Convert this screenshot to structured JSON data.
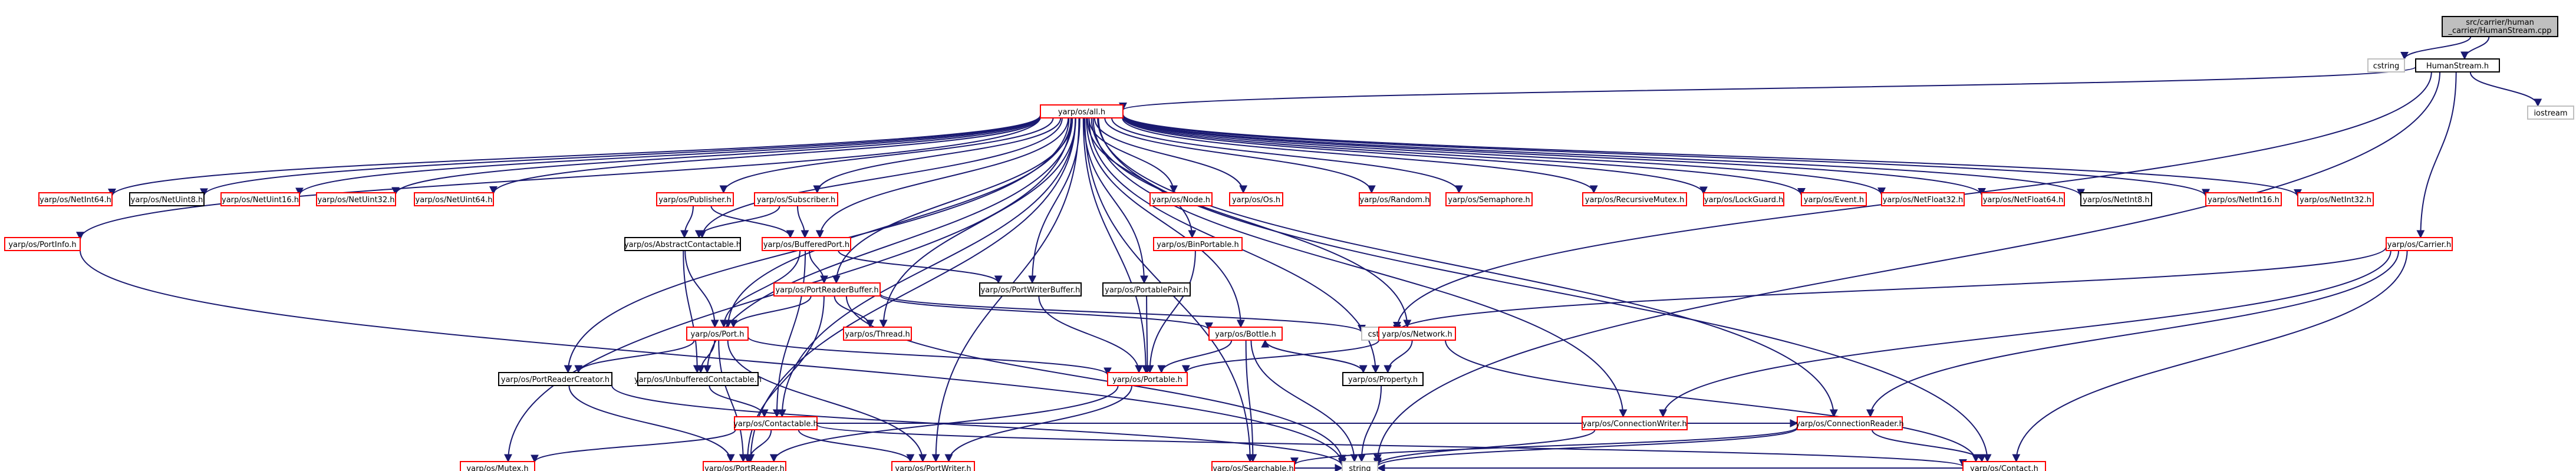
{
  "colors": {
    "root_fill": "#bfbfbf",
    "doc_border": "#000000",
    "undoc_border": "#ff0000",
    "edge": "#191970",
    "edge_alt": "#2f4f4f",
    "text": "#000000"
  },
  "nodes": [
    {
      "id": "root",
      "label": "src/carrier/human_carrier/HumanStream.cpp",
      "kind": "root"
    },
    {
      "id": "cstring",
      "label": "cstring",
      "kind": "plain"
    },
    {
      "id": "HumanStream",
      "label": "HumanStream.h",
      "kind": "doc"
    },
    {
      "id": "iostream",
      "label": "iostream",
      "kind": "plain"
    },
    {
      "id": "all",
      "label": "yarp/os/all.h",
      "kind": "undoc"
    },
    {
      "id": "NetInt64",
      "label": "yarp/os/NetInt64.h",
      "kind": "undoc"
    },
    {
      "id": "NetUint8",
      "label": "yarp/os/NetUint8.h",
      "kind": "doc"
    },
    {
      "id": "NetUint16",
      "label": "yarp/os/NetUint16.h",
      "kind": "undoc"
    },
    {
      "id": "NetUint32",
      "label": "yarp/os/NetUint32.h",
      "kind": "undoc"
    },
    {
      "id": "NetUint64",
      "label": "yarp/os/NetUint64.h",
      "kind": "undoc"
    },
    {
      "id": "Publisher",
      "label": "yarp/os/Publisher.h",
      "kind": "undoc"
    },
    {
      "id": "Subscriber",
      "label": "yarp/os/Subscriber.h",
      "kind": "undoc"
    },
    {
      "id": "Node",
      "label": "yarp/os/Node.h",
      "kind": "undoc"
    },
    {
      "id": "Os",
      "label": "yarp/os/Os.h",
      "kind": "undoc"
    },
    {
      "id": "Random",
      "label": "yarp/os/Random.h",
      "kind": "undoc"
    },
    {
      "id": "Semaphore",
      "label": "yarp/os/Semaphore.h",
      "kind": "undoc"
    },
    {
      "id": "RecursiveMutex",
      "label": "yarp/os/RecursiveMutex.h",
      "kind": "undoc"
    },
    {
      "id": "LockGuard",
      "label": "yarp/os/LockGuard.h",
      "kind": "undoc"
    },
    {
      "id": "Event",
      "label": "yarp/os/Event.h",
      "kind": "undoc"
    },
    {
      "id": "NetFloat32",
      "label": "yarp/os/NetFloat32.h",
      "kind": "undoc"
    },
    {
      "id": "NetFloat64",
      "label": "yarp/os/NetFloat64.h",
      "kind": "undoc"
    },
    {
      "id": "NetInt8",
      "label": "yarp/os/NetInt8.h",
      "kind": "doc"
    },
    {
      "id": "NetInt16",
      "label": "yarp/os/NetInt16.h",
      "kind": "undoc"
    },
    {
      "id": "NetInt32",
      "label": "yarp/os/NetInt32.h",
      "kind": "undoc"
    },
    {
      "id": "PortInfo",
      "label": "yarp/os/PortInfo.h",
      "kind": "undoc"
    },
    {
      "id": "AbstractContactable",
      "label": "yarp/os/AbstractContactable.h",
      "kind": "doc"
    },
    {
      "id": "BufferedPort",
      "label": "yarp/os/BufferedPort.h",
      "kind": "undoc"
    },
    {
      "id": "BinPortable",
      "label": "yarp/os/BinPortable.h",
      "kind": "undoc"
    },
    {
      "id": "Carrier",
      "label": "yarp/os/Carrier.h",
      "kind": "undoc"
    },
    {
      "id": "PortReaderBuffer",
      "label": "yarp/os/PortReaderBuffer.h",
      "kind": "undoc"
    },
    {
      "id": "PortWriterBuffer",
      "label": "yarp/os/PortWriterBuffer.h",
      "kind": "doc"
    },
    {
      "id": "PortablePair",
      "label": "yarp/os/PortablePair.h",
      "kind": "doc"
    },
    {
      "id": "Thread",
      "label": "yarp/os/Thread.h",
      "kind": "undoc"
    },
    {
      "id": "Port",
      "label": "yarp/os/Port.h",
      "kind": "undoc"
    },
    {
      "id": "Bottle",
      "label": "yarp/os/Bottle.h",
      "kind": "undoc"
    },
    {
      "id": "cstdio",
      "label": "cstdio",
      "kind": "plain"
    },
    {
      "id": "Network",
      "label": "yarp/os/Network.h",
      "kind": "undoc"
    },
    {
      "id": "PortReaderCreator",
      "label": "yarp/os/PortReaderCreator.h",
      "kind": "doc"
    },
    {
      "id": "UnbufferedContactable",
      "label": "yarp/os/UnbufferedContactable.h",
      "kind": "doc"
    },
    {
      "id": "Portable",
      "label": "yarp/os/Portable.h",
      "kind": "undoc"
    },
    {
      "id": "Property",
      "label": "yarp/os/Property.h",
      "kind": "doc"
    },
    {
      "id": "Contactable",
      "label": "yarp/os/Contactable.h",
      "kind": "undoc"
    },
    {
      "id": "ConnectionWriter",
      "label": "yarp/os/ConnectionWriter.h",
      "kind": "undoc"
    },
    {
      "id": "ConnectionReader",
      "label": "yarp/os/ConnectionReader.h",
      "kind": "undoc"
    },
    {
      "id": "Mutex",
      "label": "yarp/os/Mutex.h",
      "kind": "undoc"
    },
    {
      "id": "PortReader",
      "label": "yarp/os/PortReader.h",
      "kind": "undoc"
    },
    {
      "id": "PortWriter",
      "label": "yarp/os/PortWriter.h",
      "kind": "undoc"
    },
    {
      "id": "Searchable",
      "label": "yarp/os/Searchable.h",
      "kind": "undoc"
    },
    {
      "id": "Contact",
      "label": "yarp/os/Contact.h",
      "kind": "undoc"
    },
    {
      "id": "string",
      "label": "string",
      "kind": "plain"
    }
  ],
  "edges": [
    [
      "root",
      "cstring"
    ],
    [
      "root",
      "HumanStream"
    ],
    [
      "HumanStream",
      "iostream"
    ],
    [
      "HumanStream",
      "all"
    ],
    [
      "HumanStream",
      "Carrier"
    ],
    [
      "HumanStream",
      "string"
    ],
    [
      "HumanStream",
      "cstdio"
    ],
    [
      "all",
      "NetInt64"
    ],
    [
      "all",
      "NetUint8"
    ],
    [
      "all",
      "NetUint16"
    ],
    [
      "all",
      "NetUint32"
    ],
    [
      "all",
      "NetUint64"
    ],
    [
      "all",
      "Publisher"
    ],
    [
      "all",
      "Subscriber"
    ],
    [
      "all",
      "Node"
    ],
    [
      "all",
      "Os"
    ],
    [
      "all",
      "Random"
    ],
    [
      "all",
      "Semaphore"
    ],
    [
      "all",
      "RecursiveMutex"
    ],
    [
      "all",
      "LockGuard"
    ],
    [
      "all",
      "Event"
    ],
    [
      "all",
      "NetFloat32"
    ],
    [
      "all",
      "NetFloat64"
    ],
    [
      "all",
      "NetInt8"
    ],
    [
      "all",
      "NetInt16"
    ],
    [
      "all",
      "NetInt32"
    ],
    [
      "all",
      "PortInfo"
    ],
    [
      "all",
      "Mutex"
    ],
    [
      "all",
      "AbstractContactable"
    ],
    [
      "all",
      "BufferedPort"
    ],
    [
      "all",
      "BinPortable"
    ],
    [
      "all",
      "PortReaderBuffer"
    ],
    [
      "all",
      "PortWriterBuffer"
    ],
    [
      "all",
      "PortablePair"
    ],
    [
      "all",
      "Thread"
    ],
    [
      "all",
      "Port"
    ],
    [
      "all",
      "Bottle"
    ],
    [
      "all",
      "Network"
    ],
    [
      "all",
      "PortReaderCreator"
    ],
    [
      "all",
      "UnbufferedContactable"
    ],
    [
      "all",
      "Portable"
    ],
    [
      "all",
      "Property"
    ],
    [
      "all",
      "Contactable"
    ],
    [
      "all",
      "ConnectionWriter"
    ],
    [
      "all",
      "ConnectionReader"
    ],
    [
      "all",
      "PortReader"
    ],
    [
      "all",
      "PortWriter"
    ],
    [
      "all",
      "Searchable"
    ],
    [
      "all",
      "Contact"
    ],
    [
      "Publisher",
      "AbstractContactable"
    ],
    [
      "Publisher",
      "BufferedPort"
    ],
    [
      "Subscriber",
      "AbstractContactable"
    ],
    [
      "Subscriber",
      "BufferedPort"
    ],
    [
      "AbstractContactable",
      "Port"
    ],
    [
      "AbstractContactable",
      "UnbufferedContactable"
    ],
    [
      "BufferedPort",
      "PortReaderBuffer"
    ],
    [
      "BufferedPort",
      "PortWriterBuffer"
    ],
    [
      "BufferedPort",
      "Port"
    ],
    [
      "BufferedPort",
      "Contactable"
    ],
    [
      "BinPortable",
      "Portable"
    ],
    [
      "PortablePair",
      "Portable"
    ],
    [
      "PortWriterBuffer",
      "Portable"
    ],
    [
      "PortReaderBuffer",
      "Port"
    ],
    [
      "PortReaderBuffer",
      "Thread"
    ],
    [
      "PortReaderBuffer",
      "Bottle"
    ],
    [
      "PortReaderBuffer",
      "PortReader"
    ],
    [
      "PortReaderBuffer",
      "string"
    ],
    [
      "PortReaderBuffer",
      "cstdio"
    ],
    [
      "Port",
      "PortReaderCreator"
    ],
    [
      "Port",
      "UnbufferedContactable"
    ],
    [
      "Port",
      "Portable"
    ],
    [
      "Port",
      "PortReader"
    ],
    [
      "Port",
      "PortWriter"
    ],
    [
      "Bottle",
      "Portable"
    ],
    [
      "Bottle",
      "Property"
    ],
    [
      "Bottle",
      "Searchable"
    ],
    [
      "Bottle",
      "string"
    ],
    [
      "Network",
      "Portable"
    ],
    [
      "Network",
      "Property"
    ],
    [
      "Network",
      "Contact"
    ],
    [
      "Property",
      "Bottle"
    ],
    [
      "Property",
      "string"
    ],
    [
      "PortReaderCreator",
      "PortReader"
    ],
    [
      "PortReaderCreator",
      "string"
    ],
    [
      "UnbufferedContactable",
      "Contactable"
    ],
    [
      "Portable",
      "PortReader"
    ],
    [
      "Portable",
      "PortWriter"
    ],
    [
      "Contactable",
      "Mutex"
    ],
    [
      "Contactable",
      "PortReader"
    ],
    [
      "Contactable",
      "PortWriter"
    ],
    [
      "Contactable",
      "Contact"
    ],
    [
      "Contactable",
      "ConnectionReader"
    ],
    [
      "Carrier",
      "cstdio"
    ],
    [
      "Carrier",
      "ConnectionReader"
    ],
    [
      "Carrier",
      "Contact"
    ],
    [
      "Carrier",
      "ConnectionWriter"
    ],
    [
      "ConnectionWriter",
      "string"
    ],
    [
      "ConnectionReader",
      "Searchable"
    ],
    [
      "ConnectionReader",
      "Contact"
    ],
    [
      "ConnectionReader",
      "string"
    ],
    [
      "Searchable",
      "string"
    ],
    [
      "Contact",
      "string"
    ],
    [
      "PortInfo",
      "string"
    ]
  ]
}
